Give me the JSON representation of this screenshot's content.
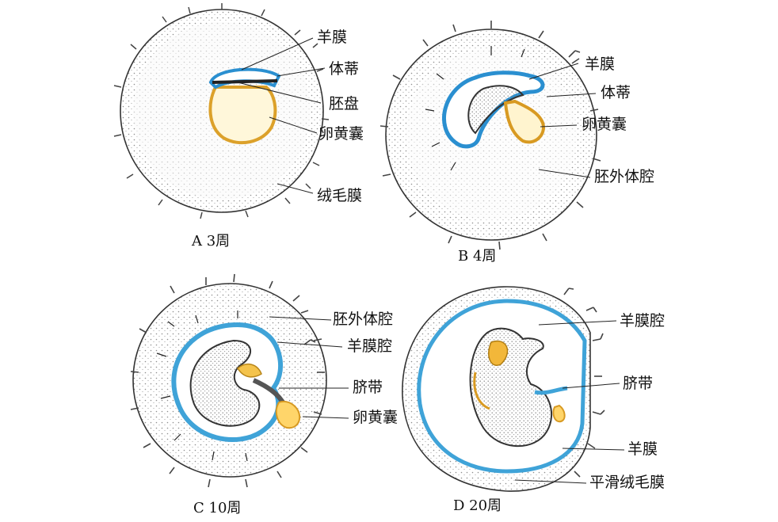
{
  "colors": {
    "chorion_fill": "#f4f4f4",
    "stipple": "#9a9a9a",
    "outline": "#222222",
    "amnion_blue": "#3fa3d8",
    "yolk_orange": "#e0a020",
    "yolk_fill": "#fff6d0",
    "embryo_fill": "#e9e6e2"
  },
  "panels": [
    {
      "id": "A",
      "caption": "A 3周",
      "labels": [
        "羊膜",
        "体蒂",
        "胚盘",
        "卵黄囊",
        "绒毛膜"
      ]
    },
    {
      "id": "B",
      "caption": "B 4周",
      "labels": [
        "羊膜",
        "体蒂",
        "卵黄囊",
        "胚外体腔"
      ]
    },
    {
      "id": "C",
      "caption": "C 10周",
      "labels": [
        "胚外体腔",
        "羊膜腔",
        "脐带",
        "卵黄囊"
      ]
    },
    {
      "id": "D",
      "caption": "D 20周",
      "labels": [
        "羊膜腔",
        "脐带",
        "羊膜",
        "平滑绒毛膜"
      ]
    }
  ]
}
